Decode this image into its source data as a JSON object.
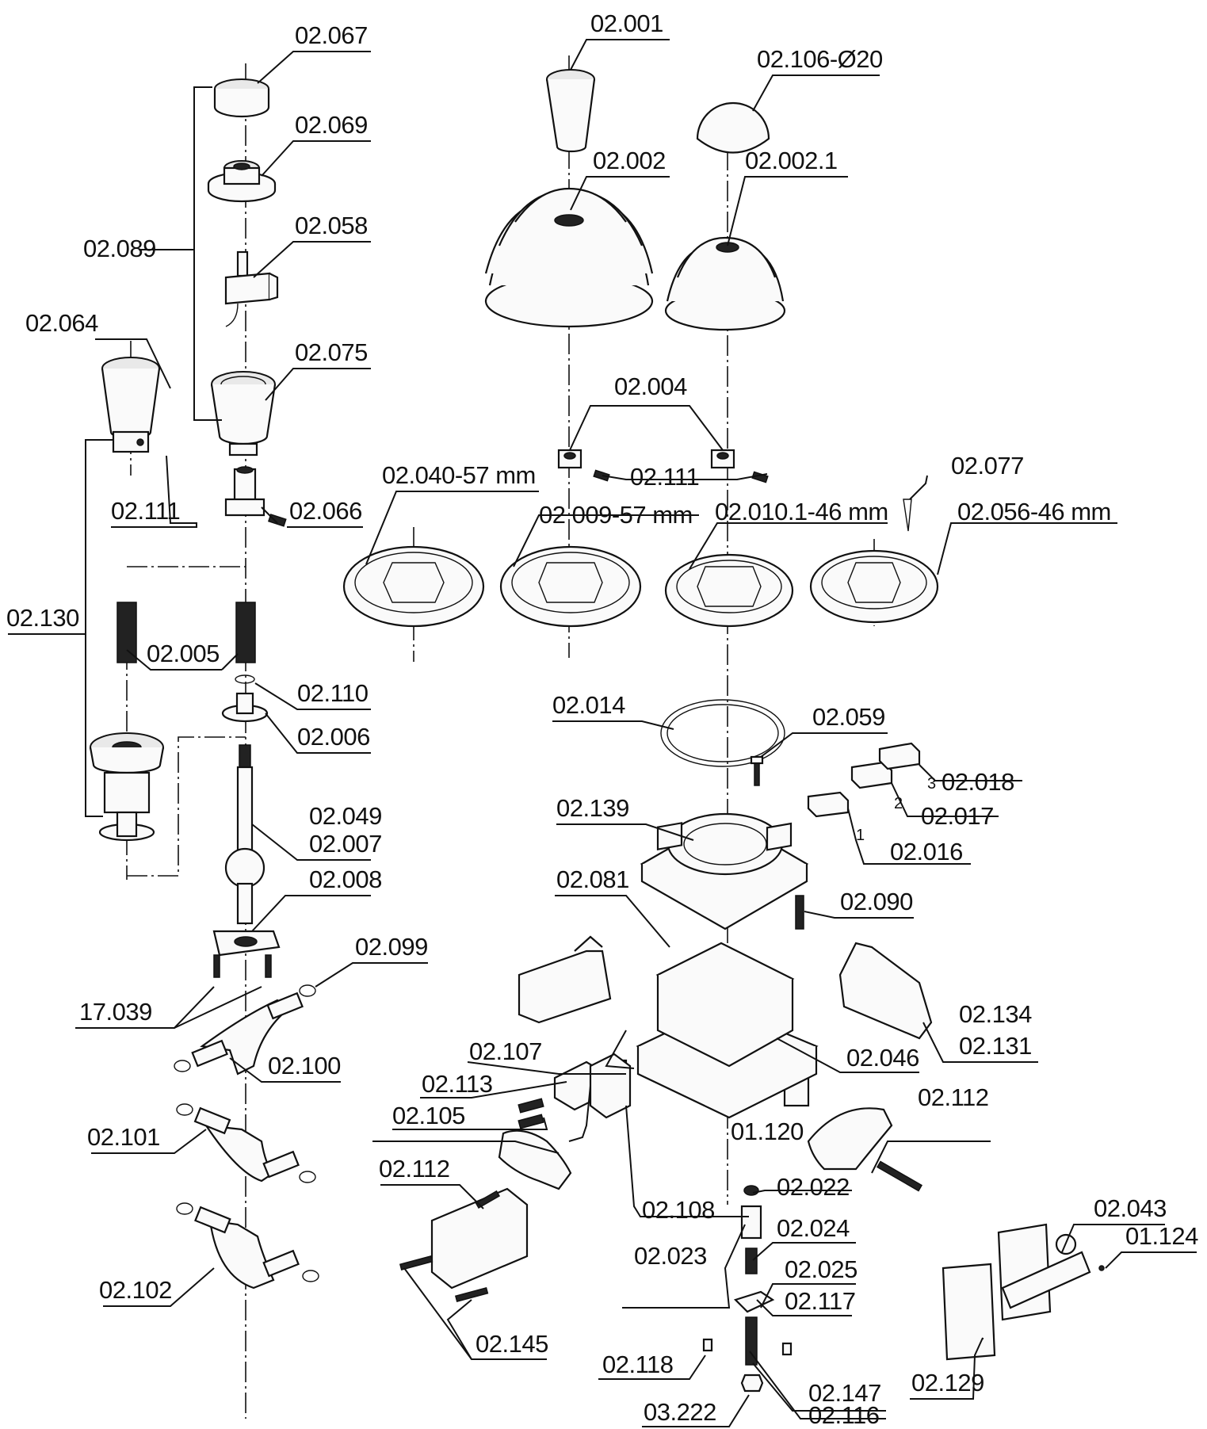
{
  "diagram": {
    "labels": {
      "l02_067": "02.067",
      "l02_069": "02.069",
      "l02_058": "02.058",
      "l02_089": "02.089",
      "l02_064": "02.064",
      "l02_075": "02.075",
      "l02_111a": "02.111",
      "l02_066": "02.066",
      "l02_130": "02.130",
      "l02_005": "02.005",
      "l02_110": "02.110",
      "l02_006": "02.006",
      "l02_049": "02.049",
      "l02_007": "02.007",
      "l02_008": "02.008",
      "l02_099": "02.099",
      "l17_039": "17.039",
      "l02_100": "02.100",
      "l02_101": "02.101",
      "l02_102": "02.102",
      "l02_001": "02.001",
      "l02_106": "02.106-Ø20",
      "l02_002": "02.002",
      "l02_002_1": "02.002.1",
      "l02_004": "02.004",
      "l02_111b": "02.111",
      "l02_040": "02.040-57 mm",
      "l02_009": "02 009-57 mm",
      "l02_010_1": "02.010.1-46 mm",
      "l02_077": "02.077",
      "l02_056": "02.056-46 mm",
      "l02_014": "02.014",
      "l02_059": "02.059",
      "l02_018": "02.018",
      "l02_017": "02.017",
      "l02_016": "02.016",
      "l02_139": "02.139",
      "l02_081": "02.081",
      "l02_090": "02.090",
      "l02_134": "02.134",
      "l02_131": "02.131",
      "l02_046": "02.046",
      "l02_107": "02.107",
      "l02_113": "02.113",
      "l02_105": "02.105",
      "l01_120": "01.120",
      "l02_112a": "02.112",
      "l02_112b": "02.112",
      "l02_022": "02.022",
      "l02_108": "02.108",
      "l02_023": "02.023",
      "l02_024": "02.024",
      "l02_025": "02.025",
      "l02_117": "02.117",
      "l02_145": "02.145",
      "l02_118": "02.118",
      "l03_222": "03.222",
      "l02_147": "02.147",
      "l02_116": "02.116",
      "l02_043": "02.043",
      "l01_124": "01.124",
      "l02_129": "02.129",
      "n1": "1",
      "n2": "2",
      "n3": "3"
    }
  }
}
